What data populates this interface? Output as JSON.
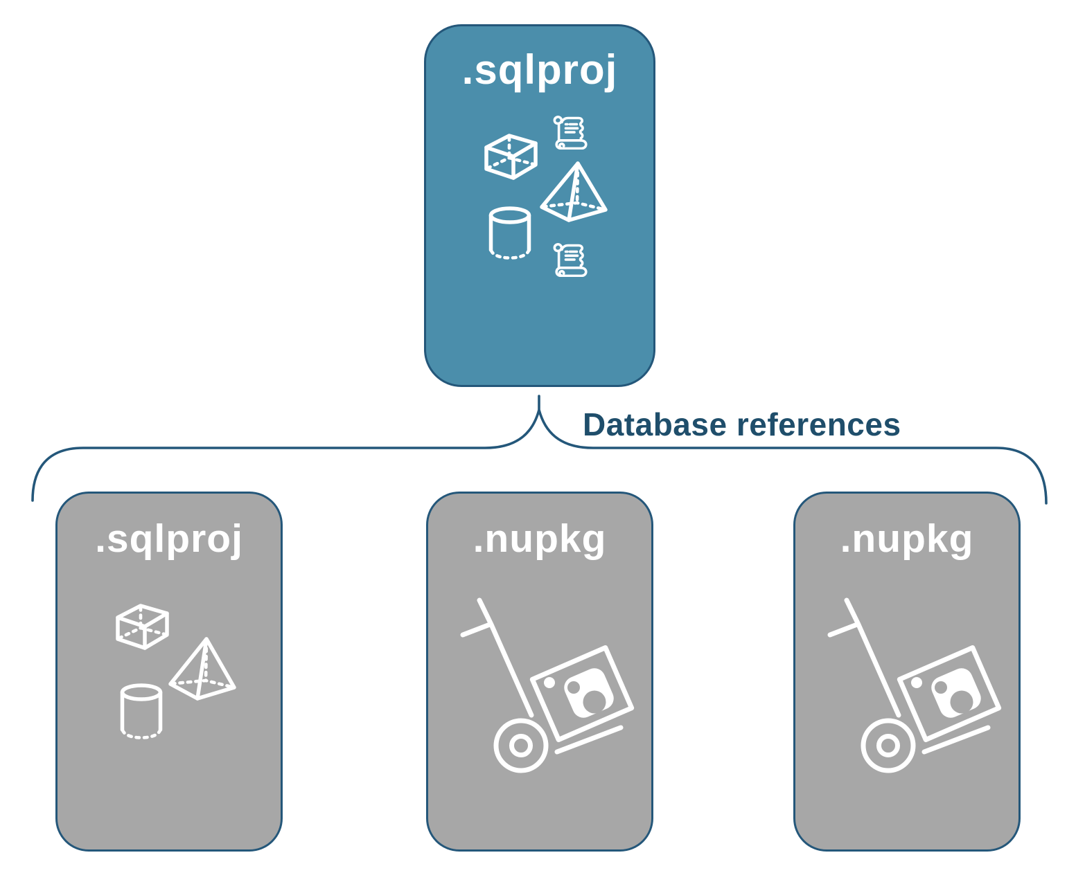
{
  "colors": {
    "parent_fill": "#4B8EAB",
    "child_fill": "#A7A7A7",
    "outline": "#24577A",
    "connector_label_text": "#1F4E6B",
    "node_label_text": "#FFFFFF",
    "icon_stroke": "#FFFFFF",
    "background": "#FFFFFF"
  },
  "root": {
    "label": ".sqlproj",
    "icons": [
      "script-scroll-icon",
      "cube-icon",
      "pyramid-icon",
      "cylinder-database-icon",
      "script-scroll-icon"
    ]
  },
  "connector": {
    "label": "Database references"
  },
  "children": [
    {
      "label": ".sqlproj",
      "icons": [
        "cube-icon",
        "pyramid-icon",
        "cylinder-database-icon"
      ]
    },
    {
      "label": ".nupkg",
      "icons": [
        "package-hand-truck-icon"
      ]
    },
    {
      "label": ".nupkg",
      "icons": [
        "package-hand-truck-icon"
      ]
    }
  ]
}
